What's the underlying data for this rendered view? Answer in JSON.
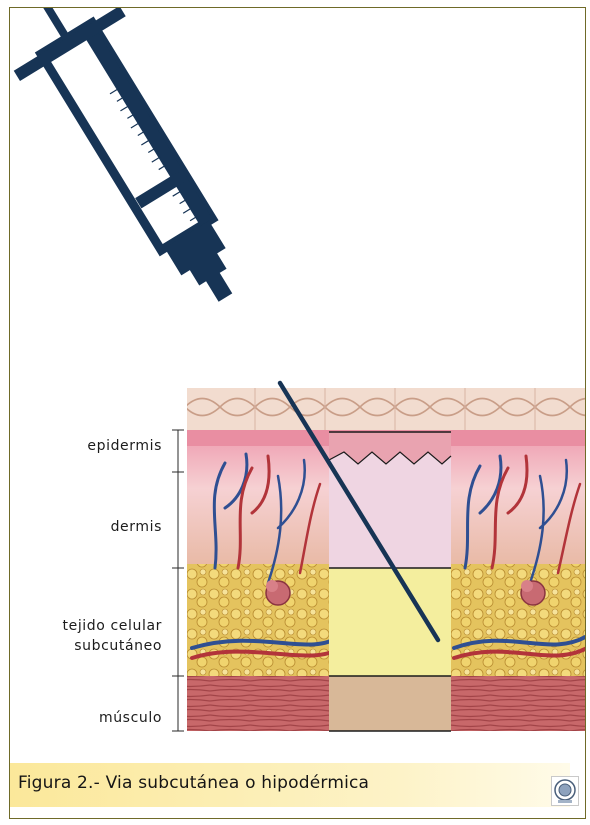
{
  "figure": {
    "caption": "Figura 2.- Via subcutánea o hipodérmica",
    "layers": [
      {
        "label": "epidermis"
      },
      {
        "label": "dermis"
      },
      {
        "label": "tejido celular"
      },
      {
        "label": "subcutáneo"
      },
      {
        "label": "músculo"
      }
    ]
  },
  "colors": {
    "frame_border": "#6f6a28",
    "syringe": "#173455",
    "epidermis_inset": "#e9a3b0",
    "dermis_inset": "#efd5e2",
    "subcutaneous_inset": "#f4ee9e",
    "muscle_inset": "#d8b898",
    "caption_background": "#fbe89a"
  },
  "icons": {
    "logo": "institution-seal-icon"
  }
}
